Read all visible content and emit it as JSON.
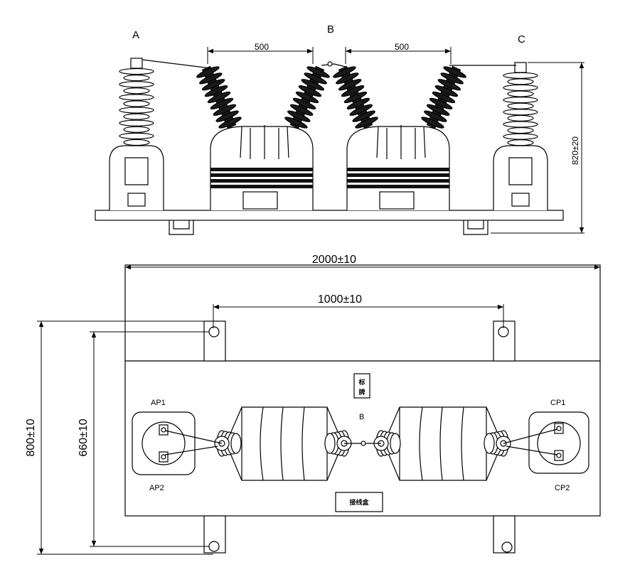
{
  "front_view": {
    "phase_a": "A",
    "phase_b": "B",
    "phase_c": "C",
    "spacing_left": "500",
    "spacing_right": "500",
    "height_dim": "820±20"
  },
  "plan_view": {
    "overall_width": "2000±10",
    "mount_spacing": "1000±10",
    "overall_depth": "800±10",
    "mount_depth": "660±10",
    "terminal_ap1": "AP1",
    "terminal_ap2": "AP2",
    "terminal_cp1": "CP1",
    "terminal_cp2": "CP2",
    "phase_b": "B",
    "nameplate": "标牌",
    "nameplate_line1": "标",
    "nameplate_line2": "牌",
    "junction_box": "接线盒"
  }
}
